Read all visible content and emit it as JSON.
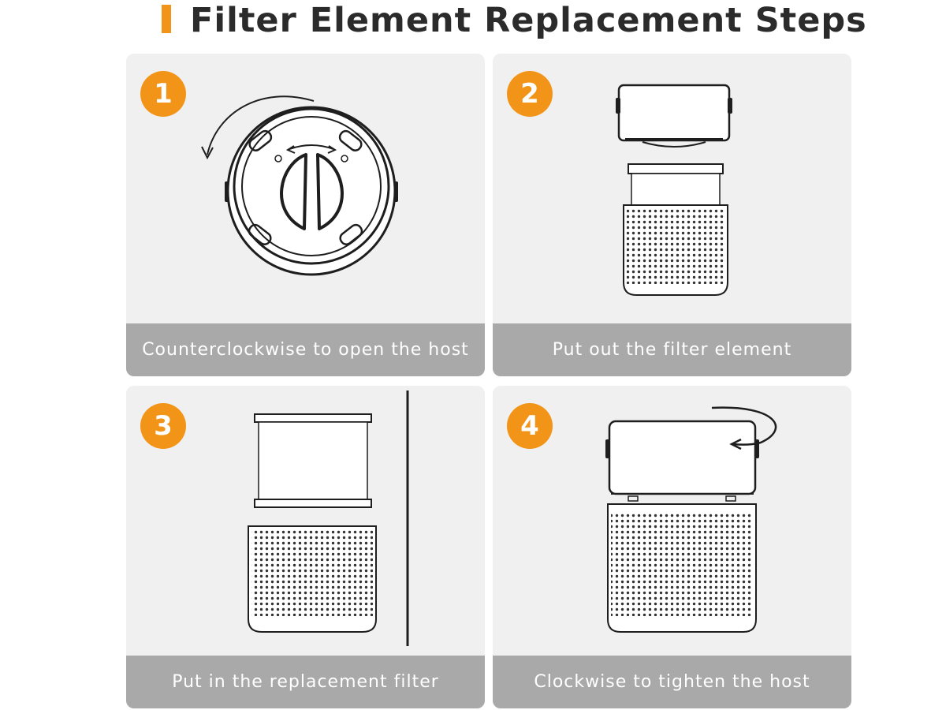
{
  "header": {
    "title": "Filter Element Replacement Steps",
    "accent_color": "#f29418"
  },
  "steps": [
    {
      "number": "1",
      "caption": "Counterclockwise to open the host"
    },
    {
      "number": "2",
      "caption": "Put out the filter element"
    },
    {
      "number": "3",
      "caption": "Put in the replacement filter"
    },
    {
      "number": "4",
      "caption": "Clockwise to tighten the host"
    }
  ],
  "colors": {
    "panel": "#f0f0f0",
    "caption_bar": "#a9a9a9",
    "badge": "#f29418",
    "line_art": "#1e1e1e"
  }
}
